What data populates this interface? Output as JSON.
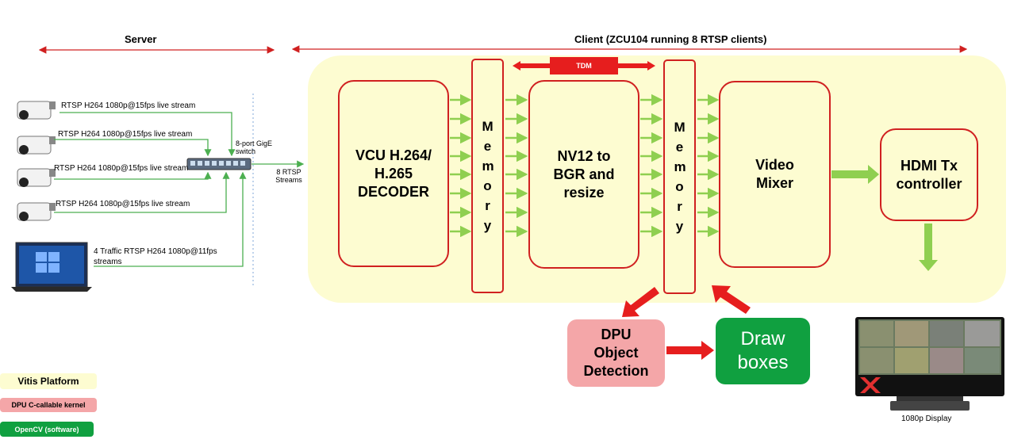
{
  "server_label": "Server",
  "client_label": "Client (ZCU104 running 8 RTSP clients)",
  "streams": [
    {
      "label": "RTSP H264 1080p@15fps live stream"
    },
    {
      "label": "RTSP H264 1080p@15fps live stream"
    },
    {
      "label": "RTSP H264 1080p@15fps live stream"
    },
    {
      "label": "RTSP H264 1080p@15fps live stream"
    }
  ],
  "laptop_stream": "4 Traffic RTSP H264 1080p@11fps streams",
  "switch_label": "8-port GigE switch",
  "streams_label": "8 RTSP Streams",
  "blocks": {
    "vcu": "VCU H.264/ H.265 DECODER",
    "memory1": "Memory",
    "nv12": "NV12 to BGR and resize",
    "memory2": "Memory",
    "mixer": "Video Mixer",
    "hdmi": "HDMI Tx controller",
    "dpu": "DPU Object Detection",
    "draw": "Draw boxes"
  },
  "tdm_label": "TDM",
  "display_label": "1080p Display",
  "legend": [
    {
      "label": "Vitis Platform",
      "color": "#fdfcd1"
    },
    {
      "label": "DPU C-callable kernel",
      "color": "#f4a6a8"
    },
    {
      "label": "OpenCV (software)",
      "color": "#10a040"
    }
  ],
  "colors": {
    "arrow_green": "#8fcf50",
    "arrow_red": "#e61e1e",
    "border_red": "#d02020",
    "platform_yellow": "#fdfcd1"
  }
}
